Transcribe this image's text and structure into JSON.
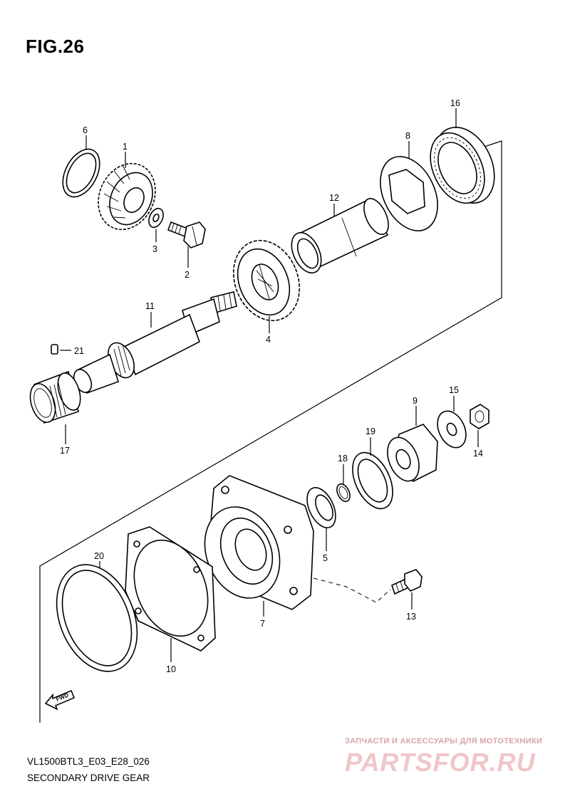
{
  "figure": {
    "title": "FIG.26",
    "model_code": "VL1500BTL3_E03_E28_026",
    "section_name": "SECONDARY DRIVE GEAR"
  },
  "fwd_label": "FWD",
  "watermark": {
    "tagline": "ЗАПЧАСТИ И АКСЕССУАРЫ ДЛЯ МОТОТЕХНИКИ",
    "logo": "PARTSFOR.RU"
  },
  "callouts": {
    "n1": "1",
    "n2": "2",
    "n3": "3",
    "n4": "4",
    "n5": "5",
    "n6": "6",
    "n7": "7",
    "n8": "8",
    "n9": "9",
    "n10": "10",
    "n11": "11",
    "n12": "12",
    "n13": "13",
    "n14": "14",
    "n15": "15",
    "n16": "16",
    "n17": "17",
    "n18": "18",
    "n19": "19",
    "n20": "20",
    "n21": "21"
  }
}
